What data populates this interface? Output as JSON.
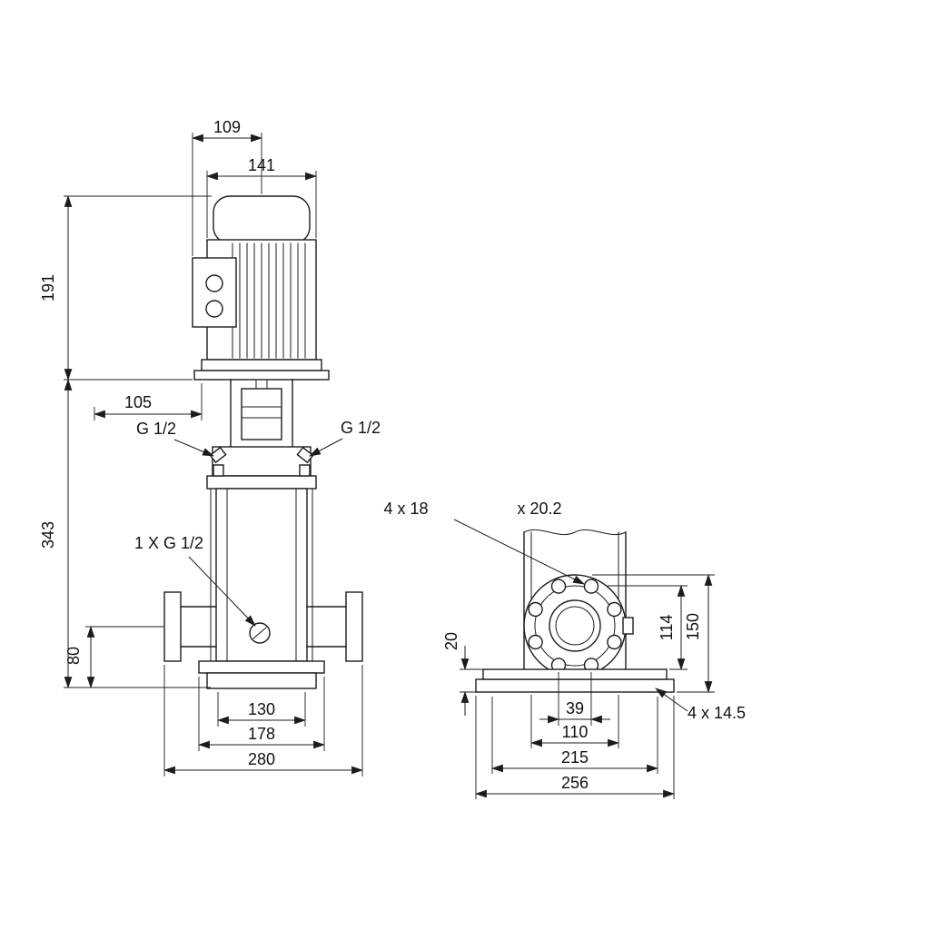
{
  "colors": {
    "background": "#ffffff",
    "line": "#1c1c1c"
  },
  "front_view": {
    "title": "pump-elevation-view",
    "dims": {
      "motor_cable_offset": "109",
      "motor_width": "141",
      "motor_height": "191",
      "head_clearance": "105",
      "gauge_port_left": "G 1/2",
      "gauge_port_right": "G 1/2",
      "pump_height": "343",
      "drain_port": "1 X G 1/2",
      "port_height": "80",
      "base_slot_width": "130",
      "base_plate_width": "178",
      "overall_width": "280"
    }
  },
  "side_view": {
    "title": "flange-and-base-view",
    "dims": {
      "flange_holes": "4 x 18",
      "flange_spotface": "x 20.2",
      "base_thickness": "20",
      "flange_face_height": "114",
      "flange_top_height": "150",
      "hole_pitch_small": "39",
      "hole_pitch_large": "110",
      "base_hole_pitch": "215",
      "base_length": "256",
      "base_holes": "4 x 14.5"
    }
  }
}
